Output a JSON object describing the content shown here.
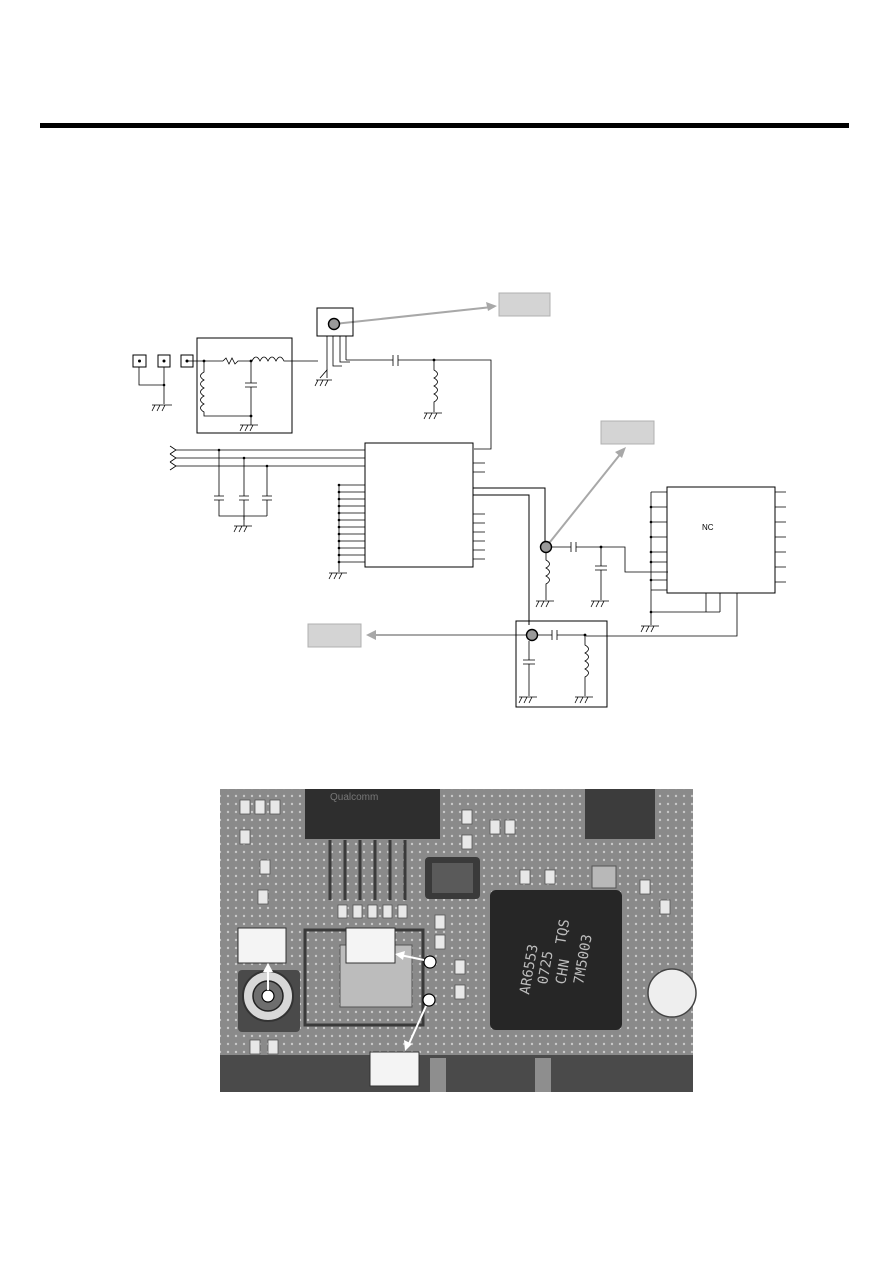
{
  "schematic": {
    "component_label": "NC",
    "probe_labels": [
      "",
      "",
      ""
    ]
  },
  "photo": {
    "description_labels": [
      "",
      "",
      ""
    ],
    "chip_marking": [
      "TQS",
      "7M5003",
      "CHN",
      "0725",
      "AR6553"
    ],
    "brand_marking": "Qualcomm"
  }
}
